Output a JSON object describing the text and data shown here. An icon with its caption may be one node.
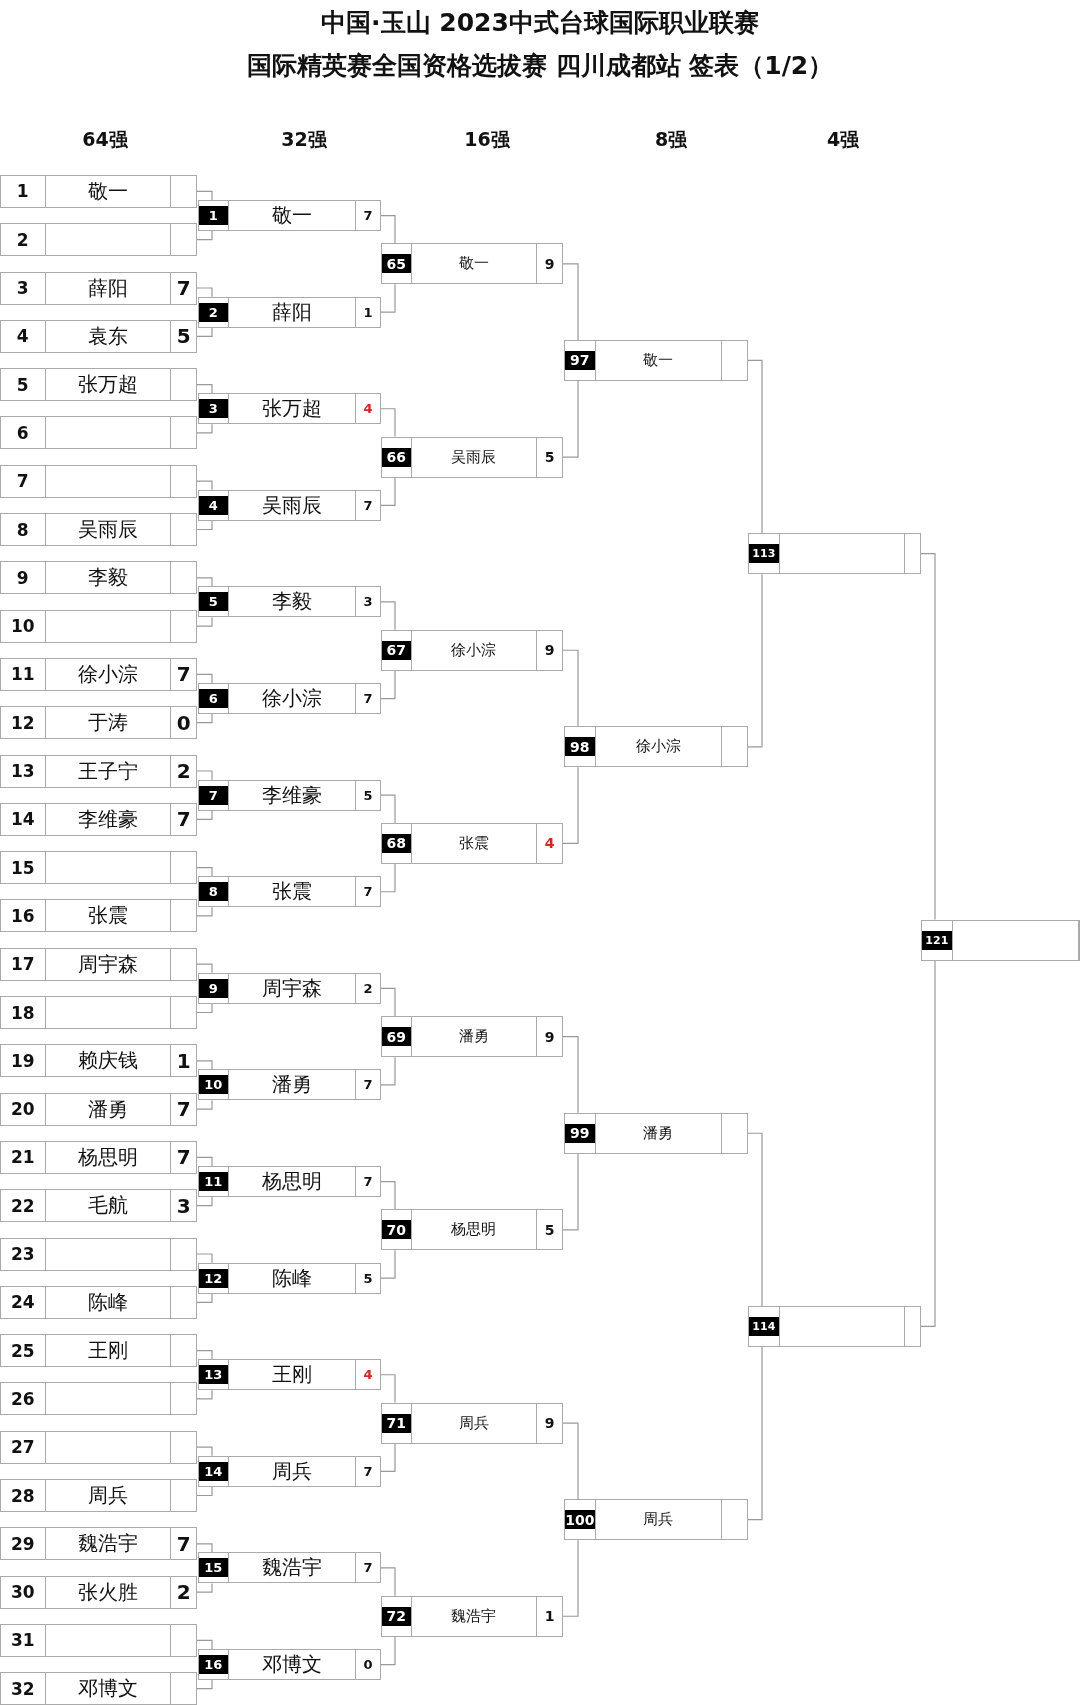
{
  "diagram": {
    "title": "中国·玉山 2023中式台球国际职业联赛",
    "nodes": [
      {
        "text": [
          "1",
          "敬一"
        ]
      },
      {
        "text": [
          "2"
        ]
      },
      {
        "text": [
          "3",
          "薛阳",
          "7"
        ]
      },
      {
        "text": [
          "4",
          "袁东",
          "5"
        ]
      },
      {
        "text": [
          "5",
          "张万超"
        ]
      },
      {
        "text": [
          "6"
        ]
      },
      {
        "text": [
          "7"
        ]
      },
      {
        "text": [
          "8",
          "吴雨辰"
        ]
      },
      {
        "text": [
          "9",
          "李毅"
        ]
      },
      {
        "text": [
          "10"
        ]
      },
      {
        "text": [
          "11",
          "徐小淙",
          "7"
        ]
      },
      {
        "text": [
          "12",
          "于涛",
          "0"
        ]
      },
      {
        "text": [
          "13",
          "王子宁",
          "2"
        ]
      },
      {
        "text": [
          "14",
          "李维豪",
          "7"
        ]
      },
      {
        "text": [
          "15"
        ]
      },
      {
        "text": [
          "16",
          "张震"
        ]
      },
      {
        "text": [
          "17",
          "周宇森"
        ]
      },
      {
        "text": [
          "18"
        ]
      },
      {
        "text": [
          "19",
          "赖庆钱",
          "1"
        ]
      },
      {
        "text": [
          "20",
          "潘勇",
          "7"
        ]
      },
      {
        "text": [
          "21",
          "杨思明",
          "7"
        ]
      },
      {
        "text": [
          "22",
          "毛航",
          "3"
        ]
      },
      {
        "text": [
          "23"
        ]
      },
      {
        "text": [
          "24",
          "陈峰"
        ]
      },
      {
        "text": [
          "25",
          "王刚"
        ]
      },
      {
        "text": [
          "26"
        ]
      },
      {
        "text": [
          "27"
        ]
      },
      {
        "text": [
          "28",
          "周兵"
        ]
      },
      {
        "text": [
          "29",
          "魏浩宇",
          "7"
        ]
      },
      {
        "text": [
          "30",
          "张火胜",
          "2"
        ]
      },
      {
        "text": [
          "31"
        ]
      },
      {
        "text": [
          "32",
          "邓博文"
        ]
      },
      {
        "text": [
          "1",
          "敬一",
          "7"
        ]
      },
      {
        "text": [
          "2",
          "薛阳",
          "1"
        ]
      },
      {
        "text": [
          "3",
          "张万超",
          "4"
        ]
      },
      {
        "text": [
          "4",
          "吴雨辰",
          "7"
        ]
      },
      {
        "text": [
          "5",
          "李毅",
          "3"
        ]
      },
      {
        "text": [
          "6",
          "徐小淙",
          "7"
        ]
      },
      {
        "text": [
          "7",
          "李维豪",
          "5"
        ]
      },
      {
        "text": [
          "8",
          "张震",
          "7"
        ]
      },
      {
        "text": [
          "9",
          "周宇森",
          "2"
        ]
      },
      {
        "text": [
          "10",
          "潘勇",
          "7"
        ]
      },
      {
        "text": [
          "11",
          "杨思明",
          "7"
        ]
      },
      {
        "text": [
          "12",
          "陈峰",
          "5"
        ]
      },
      {
        "text": [
          "13",
          "王刚",
          "4"
        ]
      },
      {
        "text": [
          "14",
          "周兵",
          "7"
        ]
      },
      {
        "text": [
          "15",
          "魏浩宇",
          "7"
        ]
      },
      {
        "text": [
          "16",
          "邓博文",
          "0"
        ]
      },
      {
        "text": [
          "65",
          "敬一",
          "9"
        ]
      },
      {
        "text": [
          "66",
          "吴雨辰",
          "5"
        ]
      },
      {
        "text": [
          "67",
          "徐小淙",
          "9"
        ]
      },
      {
        "text": [
          "68",
          "张震",
          "4"
        ]
      },
      {
        "text": [
          "69",
          "潘勇",
          "9"
        ]
      },
      {
        "text": [
          "70",
          "杨思明",
          "5"
        ]
      },
      {
        "text": [
          "71",
          "周兵",
          "9"
        ]
      },
      {
        "text": [
          "72",
          "魏浩宇",
          "1"
        ]
      },
      {
        "text": [
          "97",
          "敬一"
        ]
      },
      {
        "text": [
          "98",
          "徐小淙"
        ]
      },
      {
        "text": [
          "99",
          "潘勇"
        ]
      },
      {
        "text": [
          "100",
          "周兵"
        ]
      },
      {
        "text": [
          "113"
        ]
      },
      {
        "text": [
          "114"
        ]
      },
      {
        "text": [
          "121"
        ]
      }
    ],
    "edges": [
      {
        "from": 0,
        "to": 32,
        "arrow": "none"
      },
      {
        "from": 1,
        "to": 32,
        "arrow": "none"
      },
      {
        "from": 2,
        "to": 33,
        "arrow": "none"
      },
      {
        "from": 3,
        "to": 33,
        "arrow": "none"
      },
      {
        "from": 4,
        "to": 34,
        "arrow": "none"
      },
      {
        "from": 5,
        "to": 34,
        "arrow": "none"
      },
      {
        "from": 6,
        "to": 35,
        "arrow": "none"
      },
      {
        "from": 7,
        "to": 35,
        "arrow": "none"
      },
      {
        "from": 8,
        "to": 36,
        "arrow": "none"
      },
      {
        "from": 9,
        "to": 36,
        "arrow": "none"
      },
      {
        "from": 10,
        "to": 37,
        "arrow": "none"
      },
      {
        "from": 11,
        "to": 37,
        "arrow": "none"
      },
      {
        "from": 12,
        "to": 38,
        "arrow": "none"
      },
      {
        "from": 13,
        "to": 38,
        "arrow": "none"
      },
      {
        "from": 14,
        "to": 39,
        "arrow": "none"
      },
      {
        "from": 15,
        "to": 39,
        "arrow": "none"
      },
      {
        "from": 16,
        "to": 40,
        "arrow": "none"
      },
      {
        "from": 17,
        "to": 40,
        "arrow": "none"
      },
      {
        "from": 18,
        "to": 41,
        "arrow": "none"
      },
      {
        "from": 19,
        "to": 41,
        "arrow": "none"
      },
      {
        "from": 20,
        "to": 42,
        "arrow": "none"
      },
      {
        "from": 21,
        "to": 42,
        "arrow": "none"
      },
      {
        "from": 22,
        "to": 43,
        "arrow": "none"
      },
      {
        "from": 23,
        "to": 43,
        "arrow": "none"
      },
      {
        "from": 24,
        "to": 44,
        "arrow": "none"
      },
      {
        "from": 25,
        "to": 44,
        "arrow": "none"
      },
      {
        "from": 26,
        "to": 45,
        "arrow": "none"
      },
      {
        "from": 27,
        "to": 45,
        "arrow": "none"
      },
      {
        "from": 28,
        "to": 46,
        "arrow": "none"
      },
      {
        "from": 29,
        "to": 46,
        "arrow": "none"
      },
      {
        "from": 30,
        "to": 47,
        "arrow": "none"
      },
      {
        "from": 31,
        "to": 47,
        "arrow": "none"
      },
      {
        "from": 32,
        "to": 48,
        "arrow": "none"
      },
      {
        "from": 33,
        "to": 48,
        "arrow": "none"
      },
      {
        "from": 34,
        "to": 49,
        "arrow": "none"
      },
      {
        "from": 35,
        "to": 49,
        "arrow": "none"
      },
      {
        "from": 36,
        "to": 50,
        "arrow": "none"
      },
      {
        "from": 37,
        "to": 50,
        "arrow": "none"
      },
      {
        "from": 38,
        "to": 51,
        "arrow": "none"
      },
      {
        "from": 39,
        "to": 51,
        "arrow": "none"
      },
      {
        "from": 40,
        "to": 52,
        "arrow": "none"
      },
      {
        "from": 41,
        "to": 52,
        "arrow": "none"
      },
      {
        "from": 42,
        "to": 53,
        "arrow": "none"
      },
      {
        "from": 43,
        "to": 53,
        "arrow": "none"
      },
      {
        "from": 44,
        "to": 54,
        "arrow": "none"
      },
      {
        "from": 45,
        "to": 54,
        "arrow": "none"
      },
      {
        "from": 46,
        "to": 55,
        "arrow": "none"
      },
      {
        "from": 47,
        "to": 55,
        "arrow": "none"
      },
      {
        "from": 48,
        "to": 56,
        "arrow": "none"
      },
      {
        "from": 49,
        "to": 56,
        "arrow": "none"
      },
      {
        "from": 50,
        "to": 57,
        "arrow": "none"
      },
      {
        "from": 51,
        "to": 57,
        "arrow": "none"
      },
      {
        "from": 52,
        "to": 58,
        "arrow": "none"
      },
      {
        "from": 53,
        "to": 58,
        "arrow": "none"
      },
      {
        "from": 54,
        "to": 59,
        "arrow": "none"
      },
      {
        "from": 55,
        "to": 59,
        "arrow": "none"
      },
      {
        "from": 56,
        "to": 60,
        "arrow": "none"
      },
      {
        "from": 57,
        "to": 60,
        "arrow": "none"
      },
      {
        "from": 58,
        "to": 61,
        "arrow": "none"
      },
      {
        "from": 59,
        "to": 61,
        "arrow": "none"
      },
      {
        "from": 60,
        "to": 62,
        "arrow": "none"
      },
      {
        "from": 61,
        "to": 62,
        "arrow": "none"
      }
    ],
    "labels": [
      "国际精英赛全国资格选拔赛 四川成都站 签表（1/2）",
      "64强",
      "32强",
      "16强",
      "8强",
      "4强"
    ]
  }
}
